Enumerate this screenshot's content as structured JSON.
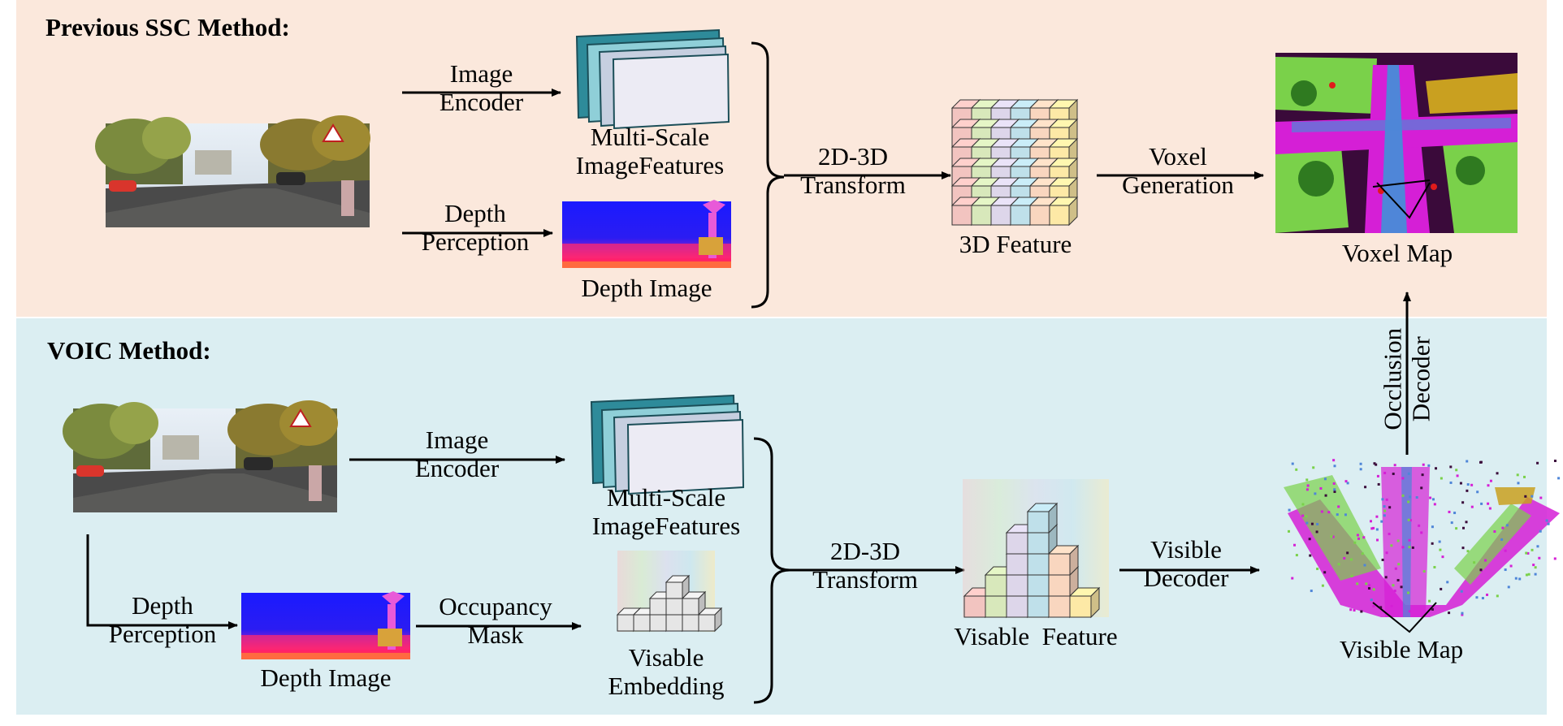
{
  "colors": {
    "top_panel_bg": "#fbe8dc",
    "bottom_panel_bg": "#dbeef2",
    "feature_plane_dark": "#2e8b9a",
    "feature_plane_mid": "#8fcfd8",
    "feature_plane_light": "#ecebf4",
    "cube_columns": [
      "#f2c4c0",
      "#d8e8bb",
      "#ddd6ea",
      "#bfe0ea",
      "#f9d6bf",
      "#fde9a6"
    ],
    "voxel_magenta": "#d51fd6",
    "voxel_green": "#7ad14a",
    "voxel_dark": "#3a0a3a",
    "voxel_blue": "#4f86d8",
    "voxel_gold": "#c9a020"
  },
  "top": {
    "title": "Previous SSC Method:",
    "image_encoder_label": [
      "Image",
      "Encoder"
    ],
    "depth_perception_label": [
      "Depth",
      "Perception"
    ],
    "features_caption": [
      "Multi-Scale",
      "ImageFeatures"
    ],
    "depth_image_caption": "Depth Image",
    "transform_label": [
      "2D-3D",
      "Transform"
    ],
    "feature3d_caption": "3D Feature",
    "voxel_generation_label": [
      "Voxel",
      "Generation"
    ],
    "voxel_map_caption": "Voxel Map"
  },
  "occlusion_decoder_label": [
    "Occlusion",
    "Decoder"
  ],
  "bottom": {
    "title": "VOIC Method:",
    "image_encoder_label": [
      "Image",
      "Encoder"
    ],
    "depth_perception_label": [
      "Depth",
      "Perception"
    ],
    "features_caption": [
      "Multi-Scale",
      "ImageFeatures"
    ],
    "depth_image_caption": "Depth Image",
    "occupancy_mask_label": [
      "Occupancy",
      "Mask"
    ],
    "visable_embedding_caption": [
      "Visable",
      "Embedding"
    ],
    "transform_label": [
      "2D-3D",
      "Transform"
    ],
    "visable_feature_caption": "Visable  Feature",
    "visible_decoder_label": [
      "Visible",
      "Decoder"
    ],
    "visible_map_caption": "Visible Map"
  }
}
